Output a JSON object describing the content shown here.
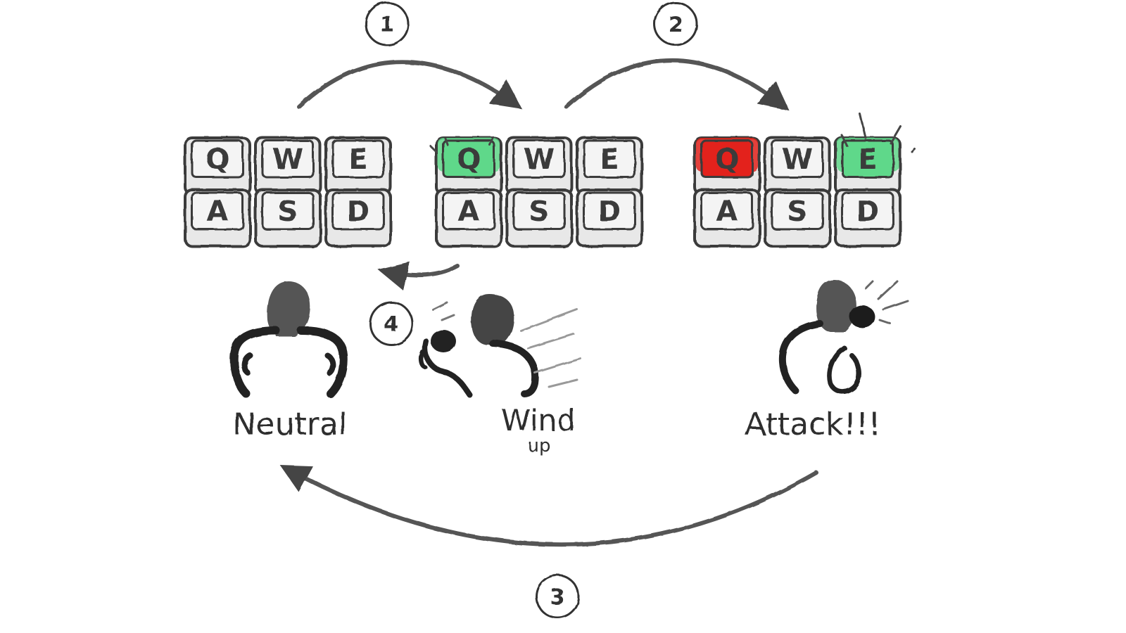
{
  "steps": [
    {
      "id": "1",
      "label": "1"
    },
    {
      "id": "2",
      "label": "2"
    },
    {
      "id": "3",
      "label": "3"
    },
    {
      "id": "4",
      "label": "4"
    }
  ],
  "keyboards": [
    {
      "id": "neutral",
      "keys": [
        {
          "label": "Q",
          "state": "idle"
        },
        {
          "label": "W",
          "state": "idle"
        },
        {
          "label": "E",
          "state": "idle"
        },
        {
          "label": "A",
          "state": "idle"
        },
        {
          "label": "S",
          "state": "idle"
        },
        {
          "label": "D",
          "state": "idle"
        }
      ]
    },
    {
      "id": "windup",
      "keys": [
        {
          "label": "Q",
          "state": "pressed"
        },
        {
          "label": "W",
          "state": "idle"
        },
        {
          "label": "E",
          "state": "idle"
        },
        {
          "label": "A",
          "state": "idle"
        },
        {
          "label": "S",
          "state": "idle"
        },
        {
          "label": "D",
          "state": "idle"
        }
      ]
    },
    {
      "id": "attack",
      "keys": [
        {
          "label": "Q",
          "state": "attack"
        },
        {
          "label": "W",
          "state": "idle"
        },
        {
          "label": "E",
          "state": "pressed"
        },
        {
          "label": "A",
          "state": "idle"
        },
        {
          "label": "S",
          "state": "idle"
        },
        {
          "label": "D",
          "state": "idle"
        }
      ]
    }
  ],
  "states": {
    "neutral": "Neutral",
    "windup_line1": "Wind",
    "windup_line2": "up",
    "attack": "Attack!!!"
  },
  "colors": {
    "idle": "#f4f4f4",
    "pressed": "#5fd88a",
    "attack": "#e3221b",
    "ink": "#3a3a3a"
  }
}
